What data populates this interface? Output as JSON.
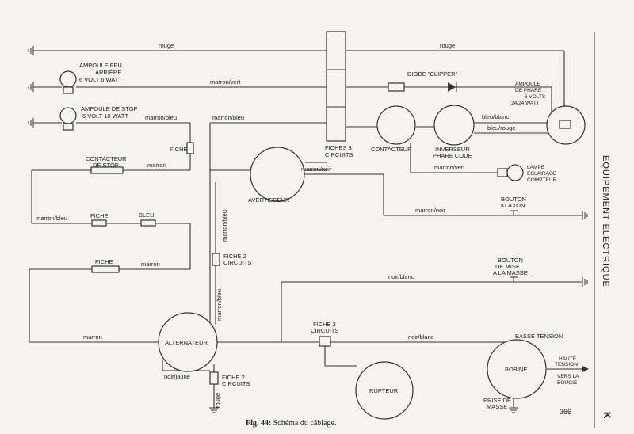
{
  "components": {
    "ampoule_feu_arriere": [
      "AMPOULE FEU",
      "ARRIÈRE",
      "6 VOLT 6 WATT"
    ],
    "ampoule_stop": [
      "AMPOULE DE STOP",
      "6 VOLT  18 WATT"
    ],
    "contacteur_stop": [
      "CONTACTEUR",
      "DE STOP"
    ],
    "fiches_3": [
      "FICHES 3",
      "CIRCUITS"
    ],
    "contacteur": "CONTACTEUR",
    "inverseur": [
      "INVERSEUR",
      "PHARE CODE"
    ],
    "diode": "DIODE \"CLIPPER\"",
    "ampoule_phare": [
      "AMPOULE",
      "DE PHARE",
      "6 VOLTS",
      "24/24  WATT"
    ],
    "lampe_compteur": [
      "LAMPE",
      "ECLAIRAGE",
      "COMPTEUR"
    ],
    "avertisseur": "AVERTISSEUR",
    "bouton_klaxon": [
      "BOUTON",
      "KLAXON"
    ],
    "bouton_masse": [
      "BOUTON",
      "DE  MISE",
      "A  LA MASSE"
    ],
    "alternateur": "ALTERNATEUR",
    "rupteur": "RUPTEUR",
    "bobine": "BOBINE",
    "fiche": "FICHE",
    "fiche_2": [
      "FICHE 2",
      "CIRCUITS"
    ],
    "basse_tension": "BASSE TENSION",
    "haute_tension": [
      "HAUTE",
      "TENSION",
      "VERS  LA",
      "BOUGIE"
    ],
    "prise_masse": [
      "PRISE DE",
      "MASSE"
    ]
  },
  "wires": {
    "rouge": "rouge",
    "marron_vert": "marron/vert",
    "marron_bleu": "marron/bleu",
    "marron": "marron",
    "bleu_blanc": "bleu/blanc",
    "bleu_rouge": "bleu/rouge",
    "marron_noir": "marron/noir",
    "bleu": "BLEU",
    "noir_blanc": "noir/blanc",
    "noir_jaune": "noir/jaune",
    "rouge_lower": "rouge"
  },
  "caption": {
    "prefix": "Fig. 44:",
    "text": " Schéma du câblage."
  },
  "page_number": "366",
  "side_title": "EQUIPEMENT ELECTRIQUE",
  "side_letter": "K"
}
